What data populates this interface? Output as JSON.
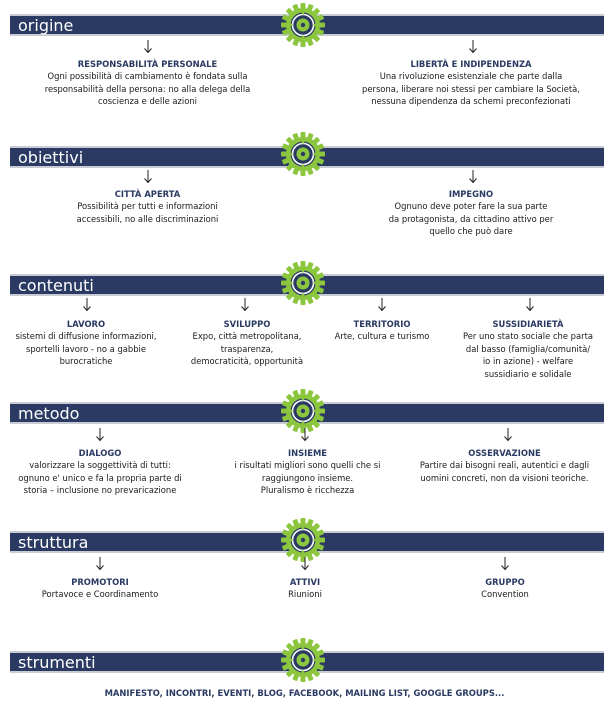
{
  "colors": {
    "band": "#2a3a62",
    "band_border": "#c9ccd4",
    "title": "#2a3a62",
    "gear_outer": "#8cc63f",
    "gear_inner": "#2a3a62"
  },
  "sections": [
    {
      "label": "origine",
      "items": [
        {
          "title": "RESPONSABILITÀ PERSONALE",
          "text": "Ogni possibilità di cambiamento è fondata sulla\nresponsabilità della persona: no alla delega della\ncoscienza e delle azioni"
        },
        {
          "title": "LIBERTÀ E INDIPENDENZA",
          "text": "Una rivoluzione esistenziale che parte dalla\npersona, liberare noi stessi per cambiare la Società,\nnessuna dipendenza da schemi preconfezionati"
        }
      ]
    },
    {
      "label": "obiettivi",
      "items": [
        {
          "title": "CITTÀ APERTA",
          "text": "Possibilità per tutti e informazioni\naccessibili, no  alle discriminazioni"
        },
        {
          "title": "IMPEGNO",
          "text": "Ognuno deve poter fare la sua parte\nda protagonista, da cittadino attivo per\nquello che può dare"
        }
      ]
    },
    {
      "label": "contenuti",
      "items": [
        {
          "title": "LAVORO",
          "text": "sistemi di diffusione informazioni,\nsportelli lavoro - no a gabbie\nburocratiche"
        },
        {
          "title": "SVILUPPO",
          "text": "Expo, città metropolitana,\ntrasparenza,\ndemocraticità, opportunità"
        },
        {
          "title": "TERRITORIO",
          "text": "Arte, cultura e turismo"
        },
        {
          "title": "SUSSIDIARIETÀ",
          "text": "Per uno stato sociale che parta\ndal basso (famiglia/comunità/\nio in azione) -  welfare\nsussidiario e solidale"
        }
      ]
    },
    {
      "label": "metodo",
      "items": [
        {
          "title": "DIALOGO",
          "text": "valorizzare la soggettività di tutti:\nognuno e' unico e fa la propria parte di\nstoria – inclusione no prevaricazione"
        },
        {
          "title": "INSIEME",
          "text": "i risultati migliori sono quelli che si\nraggiungono insieme.\nPluralismo è ricchezza"
        },
        {
          "title": "OSSERVAZIONE",
          "text": "Partire dai bisogni reali, autentici e dagli\nuomini concreti, non da visioni teoriche."
        }
      ]
    },
    {
      "label": "struttura",
      "items": [
        {
          "title": "PROMOTORI",
          "text": "Portavoce e Coordinamento"
        },
        {
          "title": "ATTIVI",
          "text": "Riunioni"
        },
        {
          "title": "GRUPPO",
          "text": "Convention"
        }
      ]
    },
    {
      "label": "strumenti",
      "items": []
    }
  ],
  "footer": "MANIFESTO, INCONTRI, EVENTI, BLOG, FACEBOOK, MAILING LIST, GOOGLE GROUPS..."
}
